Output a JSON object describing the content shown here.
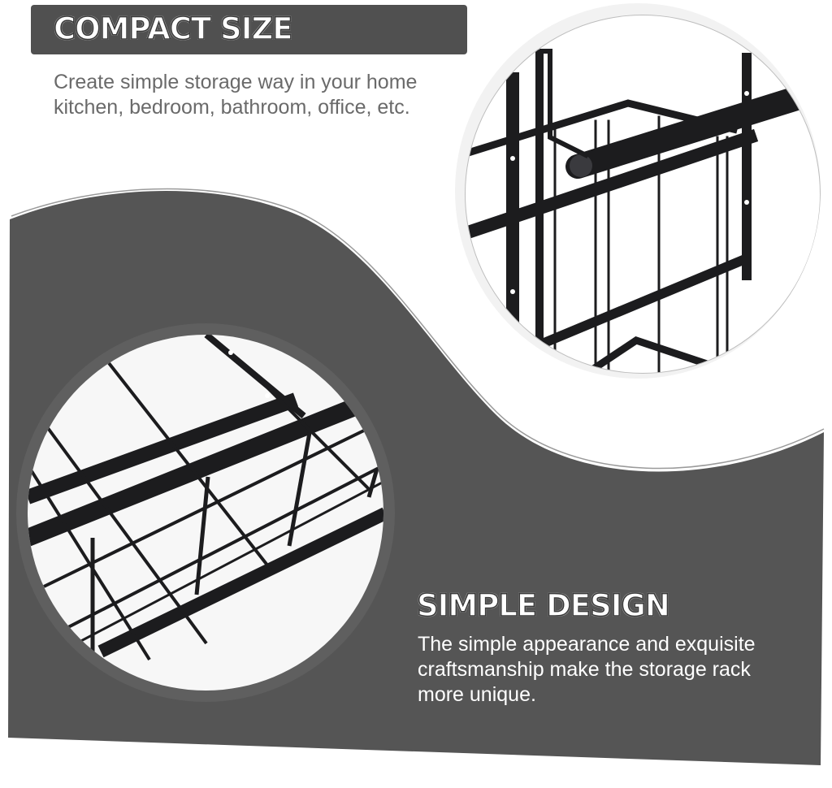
{
  "colors": {
    "panel_dark": "#555555",
    "banner": "#505050",
    "text_gray": "#6a6a6a",
    "text_white": "#ffffff",
    "rack_black": "#1c1c1e"
  },
  "section_top": {
    "title": "COMPACT SIZE",
    "description_lines": [
      "Create simple storage way in your home",
      "kitchen, bedroom, bathroom, office, etc."
    ]
  },
  "section_bottom": {
    "title": "SIMPLE DESIGN",
    "description_lines": [
      "The simple appearance and exquisite",
      "craftsmanship make the storage rack",
      "more unique."
    ]
  },
  "images": {
    "top_circle": "wire basket rack close-up with hanging rod",
    "bottom_circle": "wire basket rack grid close-up"
  }
}
